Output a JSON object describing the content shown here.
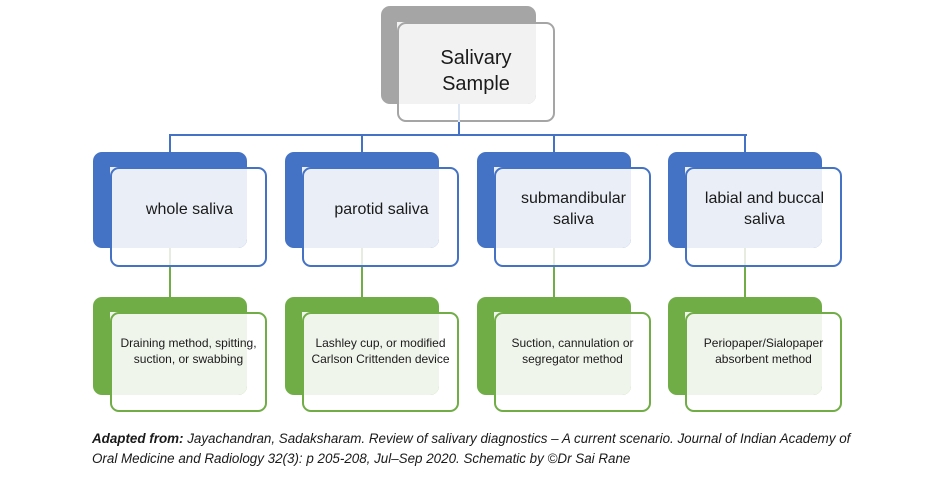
{
  "diagram": {
    "root": {
      "label_line1": "Salivary",
      "label_line2": "Sample",
      "color": "#a5a5a5"
    },
    "level1_color": "#4472c4",
    "level2_color": "#70ad47",
    "branches": [
      {
        "sample": "whole saliva",
        "method": "Draining method, spitting, suction, or swabbing"
      },
      {
        "sample": "parotid saliva",
        "method": "Lashley cup, or modified Carlson Crittenden device"
      },
      {
        "sample": "submandibular saliva",
        "method": "Suction, cannulation or segregator method"
      },
      {
        "sample": "labial and buccal saliva",
        "method": "Periopaper/Sialopaper absorbent method"
      }
    ]
  },
  "caption": {
    "prefix": "Adapted from:",
    "text": " Jayachandran, Sadaksharam. Review of salivary diagnostics – A current scenario. Journal of Indian Academy of Oral Medicine and Radiology 32(3): p 205-208, Jul–Sep 2020. Schematic by ©Dr Sai Rane"
  }
}
